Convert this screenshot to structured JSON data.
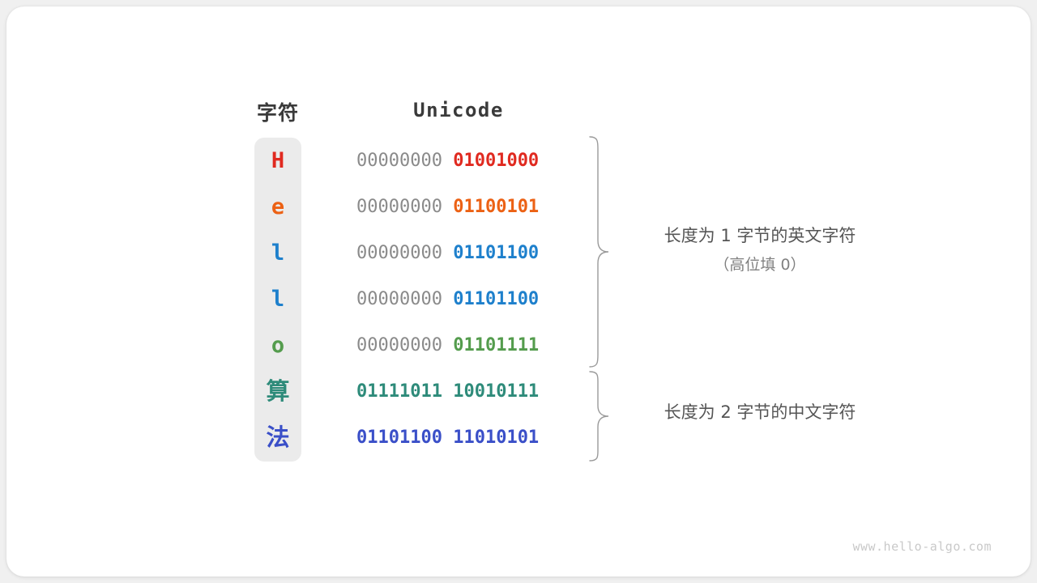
{
  "headers": {
    "char": "字符",
    "unicode": "Unicode"
  },
  "rows": [
    {
      "char": "H",
      "color": "#e02a20",
      "high": "00000000",
      "low": "01001000",
      "high_colored": false
    },
    {
      "char": "e",
      "color": "#ec6114",
      "high": "00000000",
      "low": "01100101",
      "high_colored": false
    },
    {
      "char": "l",
      "color": "#1e80cc",
      "high": "00000000",
      "low": "01101100",
      "high_colored": false
    },
    {
      "char": "l",
      "color": "#1e80cc",
      "high": "00000000",
      "low": "01101100",
      "high_colored": false
    },
    {
      "char": "o",
      "color": "#549c4d",
      "high": "00000000",
      "low": "01101111",
      "high_colored": false
    },
    {
      "char": "算",
      "color": "#2e8b7a",
      "high": "01111011",
      "low": "10010111",
      "high_colored": true
    },
    {
      "char": "法",
      "color": "#3a4fc8",
      "high": "01101100",
      "low": "11010101",
      "high_colored": true
    }
  ],
  "annotations": [
    {
      "main": "长度为 1 字节的英文字符",
      "sub": "（高位填 0）"
    },
    {
      "main": "长度为 2 字节的中文字符",
      "sub": ""
    }
  ],
  "watermark": "www.hello-algo.com",
  "colors": {
    "card_bg": "#ffffff",
    "page_bg": "#f0f0f0",
    "char_column_bg": "#ebebeb",
    "high_bits_gray": "#8a8a8a",
    "header_text": "#3a3a3a",
    "label_text": "#555555",
    "brace_stroke": "#9a9a9a",
    "watermark": "#c9c9c9"
  }
}
